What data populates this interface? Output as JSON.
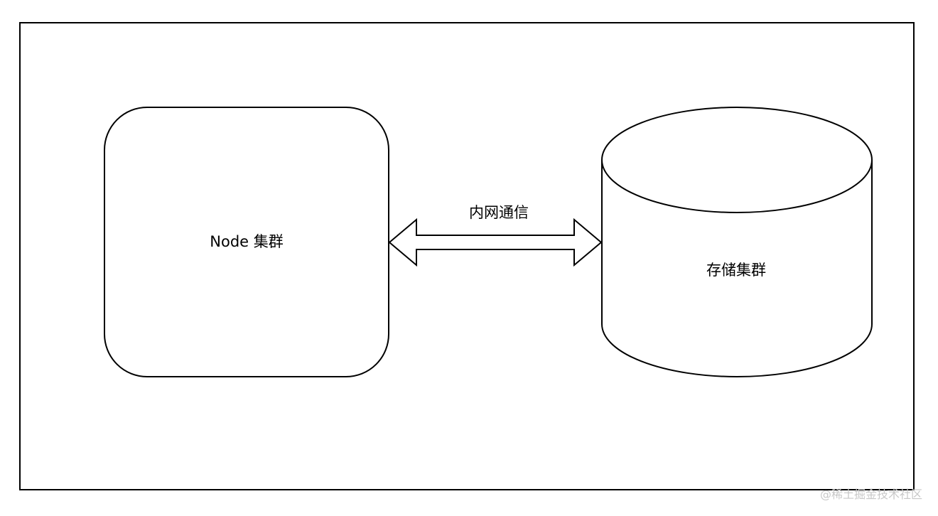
{
  "diagram": {
    "node_cluster_label": "Node 集群",
    "link_label": "内网通信",
    "storage_cluster_label": "存储集群"
  },
  "watermark": "@稀土掘金技术社区"
}
